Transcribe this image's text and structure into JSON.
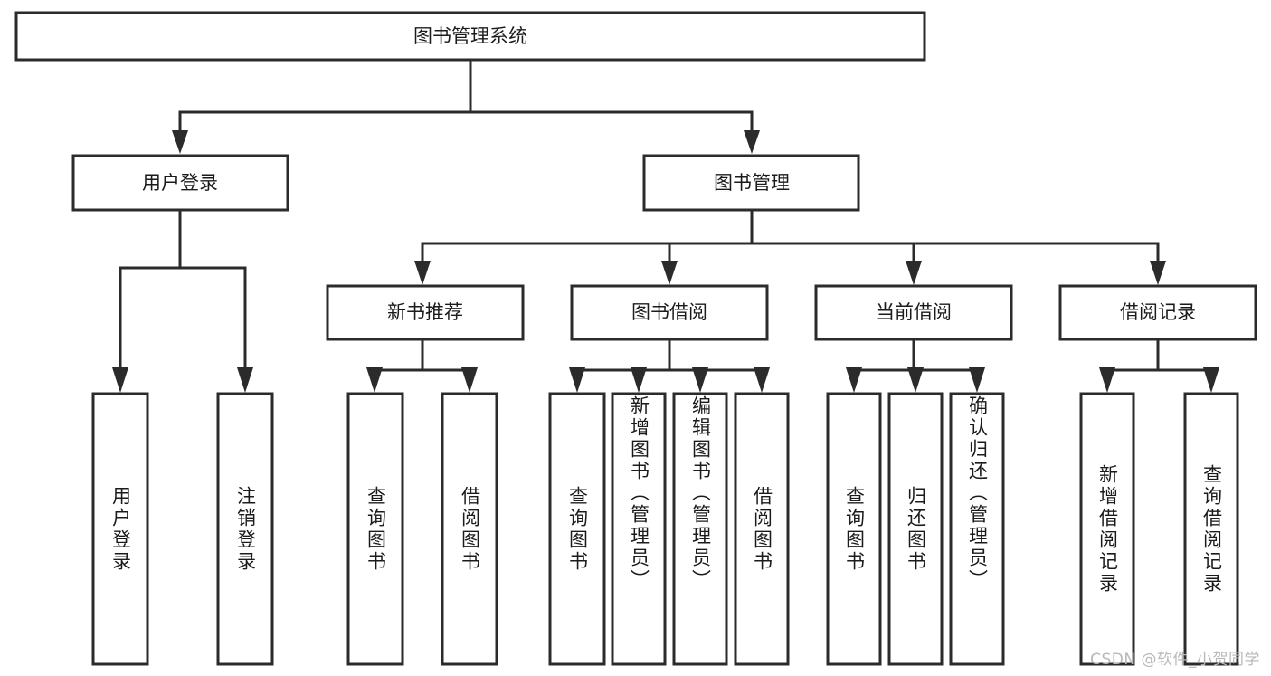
{
  "diagram": {
    "type": "tree-hierarchy-chart",
    "title": "图书管理系统",
    "orientation": "top-down",
    "style": {
      "box_fill": "#ffffff",
      "box_stroke": "#2b2b2b",
      "connector_color": "#2b2b2b",
      "text_color": "#1b1b1b",
      "background": "#ffffff",
      "watermark_color": "#b9b9b9"
    },
    "root": {
      "label": "图书管理系统",
      "level": 0
    },
    "level2": [
      {
        "label": "用户登录"
      },
      {
        "label": "图书管理"
      }
    ],
    "level3": [
      {
        "label": "新书推荐"
      },
      {
        "label": "图书借阅"
      },
      {
        "label": "当前借阅"
      },
      {
        "label": "借阅记录"
      }
    ],
    "leaves": {
      "user_login": [
        {
          "label": "用户登录"
        },
        {
          "label": "注销登录"
        }
      ],
      "new_book_recommend": [
        {
          "label": "查询图书"
        },
        {
          "label": "借阅图书"
        }
      ],
      "book_borrow": [
        {
          "label": "查询图书"
        },
        {
          "label": "新增图书（管理员）"
        },
        {
          "label": "编辑图书（管理员）"
        },
        {
          "label": "借阅图书"
        }
      ],
      "current_borrow": [
        {
          "label": "查询图书"
        },
        {
          "label": "归还图书"
        },
        {
          "label": "确认归还（管理员）"
        }
      ],
      "borrow_record": [
        {
          "label": "新增借阅记录"
        },
        {
          "label": "查询借阅记录"
        }
      ]
    },
    "watermark": "CSDN @软件_小贺同学"
  }
}
